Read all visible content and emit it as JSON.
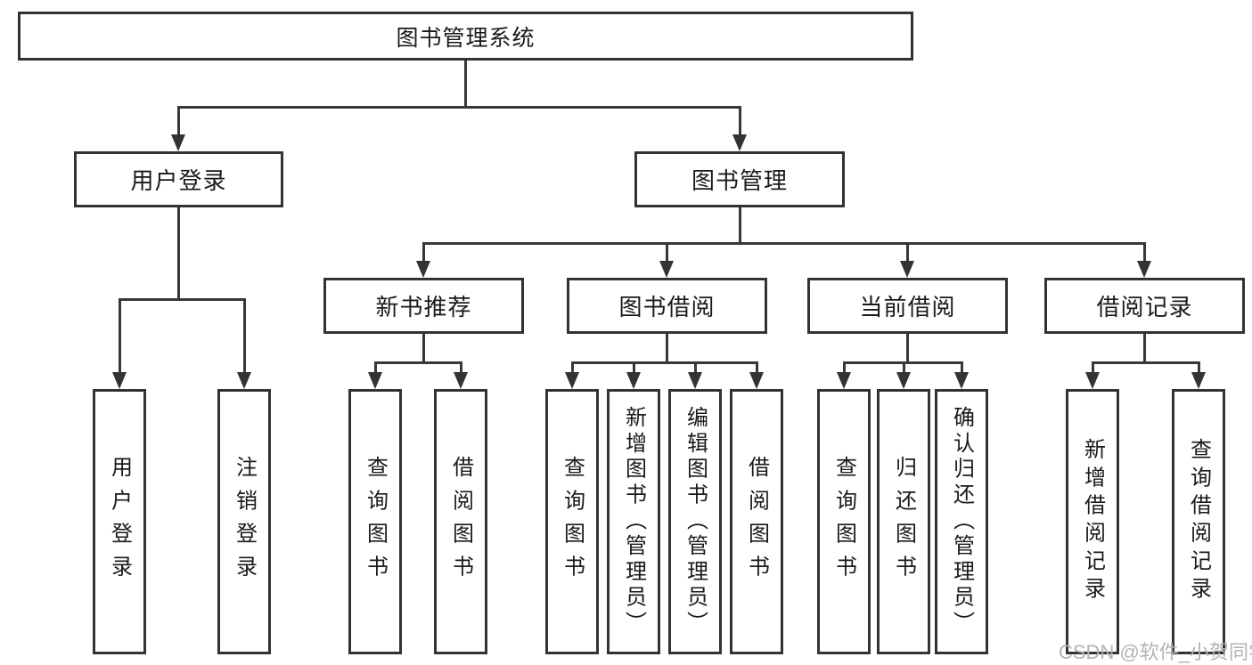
{
  "diagram": {
    "title_node": {
      "label": "图书管理系统"
    },
    "root": {
      "label": "图书管理系统"
    },
    "level2": [
      {
        "label": "用户登录"
      },
      {
        "label": "图书管理"
      }
    ],
    "level3": [
      {
        "label": "新书推荐"
      },
      {
        "label": "图书借阅"
      },
      {
        "label": "当前借阅"
      },
      {
        "label": "借阅记录"
      }
    ],
    "leaves": [
      {
        "label": "用户登录",
        "parent": "用户登录"
      },
      {
        "label": "注销登录",
        "parent": "用户登录"
      },
      {
        "label": "查询图书",
        "parent": "新书推荐"
      },
      {
        "label": "借阅图书",
        "parent": "新书推荐"
      },
      {
        "label": "查询图书",
        "parent": "图书借阅"
      },
      {
        "label": "新增图书（管理员）",
        "parent": "图书借阅"
      },
      {
        "label": "编辑图书（管理员）",
        "parent": "图书借阅"
      },
      {
        "label": "借阅图书",
        "parent": "图书借阅"
      },
      {
        "label": "查询图书",
        "parent": "当前借阅"
      },
      {
        "label": "归还图书",
        "parent": "当前借阅"
      },
      {
        "label": "确认归还（管理员）",
        "parent": "当前借阅"
      },
      {
        "label": "新增借阅记录",
        "parent": "借阅记录"
      },
      {
        "label": "查询借阅记录",
        "parent": "借阅记录"
      }
    ],
    "watermark": "CSDN @软件_小贺同学",
    "colors": {
      "line": "#333333",
      "text": "#1a1a1a",
      "background": "#ffffff",
      "watermark": "#b3b3b3"
    }
  }
}
